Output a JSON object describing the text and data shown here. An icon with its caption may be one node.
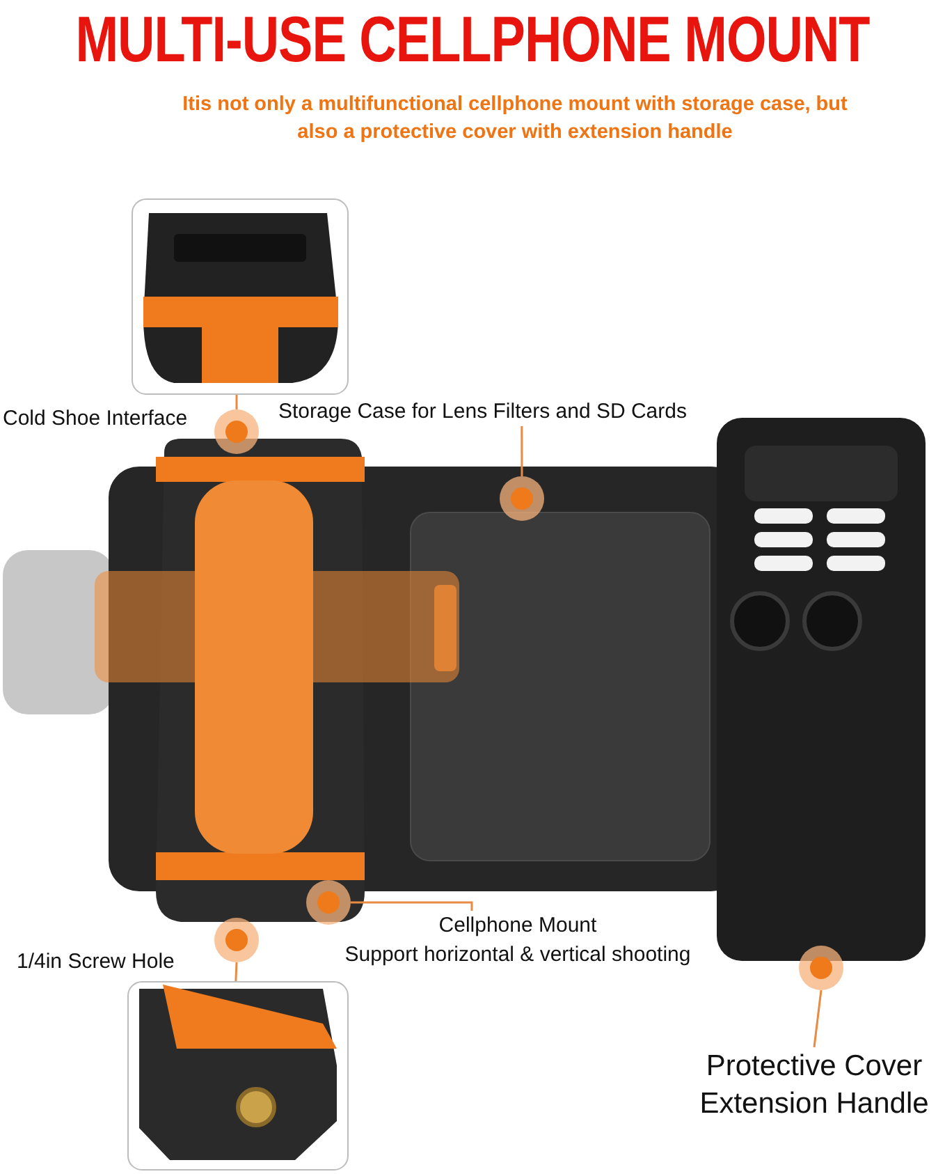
{
  "diagram": {
    "title": "MULTI-USE CELLPHONE MOUNT",
    "caption": "Itis not only a multifunctional cellphone mount with storage case, but also a protective cover with extension handle",
    "nodes": [
      {
        "text": [],
        "shape": "picture"
      },
      {
        "text": [],
        "shape": "circle"
      },
      {
        "text": [
          "Storage Case for Lens Filters and SD Cards"
        ]
      },
      {
        "text": [],
        "shape": "circle"
      },
      {
        "text": [
          "Cellphone Mount",
          "Support horizontal & vertical shooting"
        ]
      },
      {
        "text": [],
        "shape": "circle"
      },
      {
        "text": [],
        "shape": "circle"
      },
      {
        "text": [],
        "shape": "picture"
      },
      {
        "text": [
          "Protective Cover Extension Handle"
        ]
      },
      {
        "text": [],
        "shape": "circle"
      }
    ],
    "edges": [
      {
        "from": 0,
        "to": 1,
        "arrow": "none"
      },
      {
        "from": 2,
        "to": 3,
        "arrow": "none"
      },
      {
        "from": 4,
        "to": 5,
        "arrow": "none"
      },
      {
        "from": 6,
        "to": 7,
        "arrow": "none"
      },
      {
        "from": 8,
        "to": 9,
        "arrow": "none"
      }
    ],
    "labels": [
      "Cold Shoe Interface",
      "1/4in Screw Hole"
    ]
  }
}
